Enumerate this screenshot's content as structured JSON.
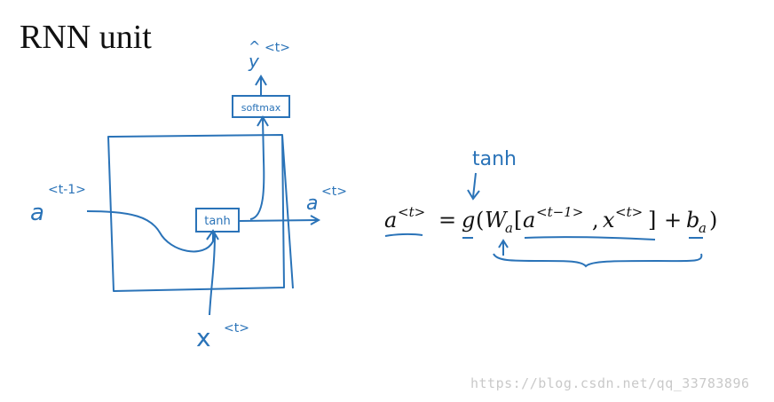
{
  "title": "RNN unit",
  "diagram": {
    "input_prev_state": {
      "base": "a",
      "sup": "<t-1>"
    },
    "input_x": {
      "base": "x",
      "sup": "<t>"
    },
    "output_state": {
      "base": "a",
      "sup": "<t>"
    },
    "output_y": {
      "base": "y",
      "hat": "^",
      "sup": "<t>"
    },
    "tanh_box": "tanh",
    "softmax_box": "softmax",
    "annotation_tanh": "tanh",
    "stroke_color": "#2a73b8"
  },
  "equation": {
    "lhs_base": "a",
    "lhs_sup": "<t>",
    "equals": "=",
    "fn": "g",
    "open_paren": "(",
    "W": "W",
    "W_sub": "a",
    "open_bracket": "[",
    "a_base": "a",
    "a_sup": "<t−1>",
    "comma": ",",
    "x_base": "x",
    "x_sup": "<t>",
    "close_bracket": "]",
    "plus": "+",
    "b": "b",
    "b_sub": "a",
    "close_paren": ")"
  },
  "watermark": "https://blog.csdn.net/qq_33783896"
}
